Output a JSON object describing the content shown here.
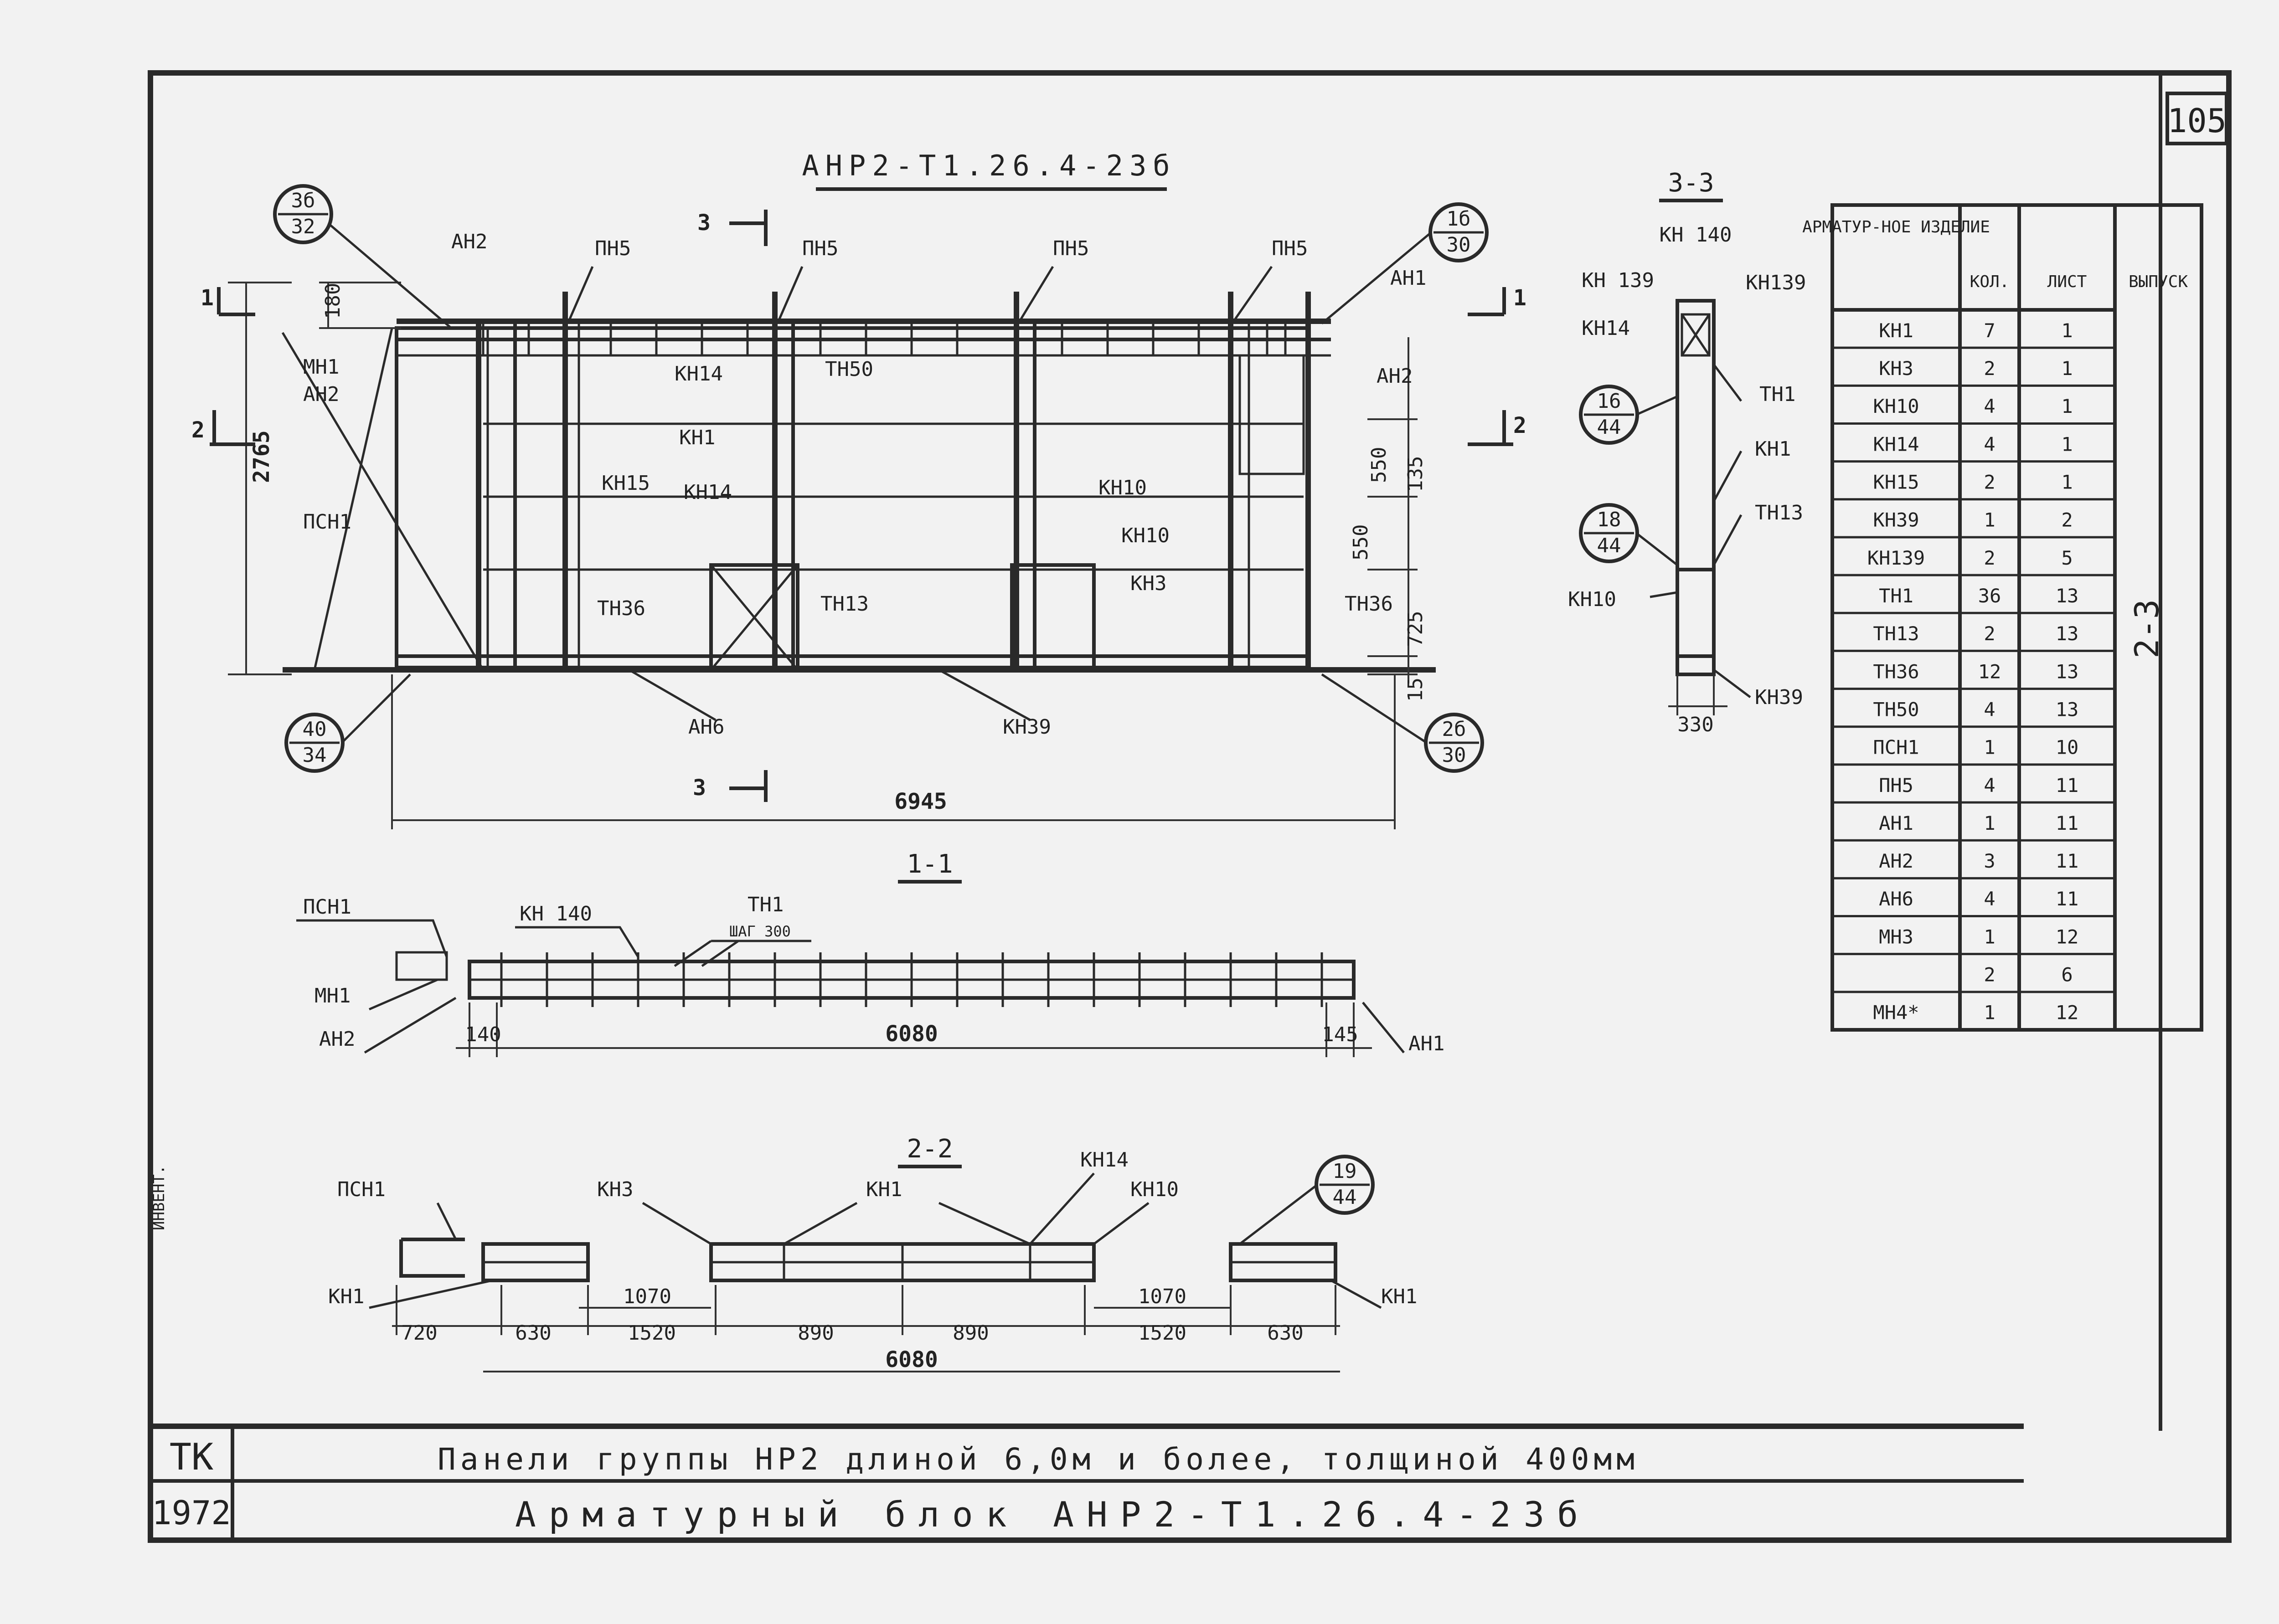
{
  "sheet": {
    "page_number": "105",
    "main_title": "АНР2-Т1.26.4-23б",
    "series_side": "2-3"
  },
  "elevation": {
    "section_marks": {
      "s1_left": "1",
      "s1_right": "1",
      "s2_left": "2",
      "s2_right": "2",
      "s3_top": "3",
      "s3_bottom": "3"
    },
    "dims": {
      "total_height": "2765",
      "top_offset": "180",
      "total_length": "6945",
      "right_135": "135",
      "right_550a": "550",
      "right_550b": "550",
      "right_725": "725",
      "right_15": "15"
    },
    "callouts": [
      {
        "top": "3б",
        "bottom": "32"
      },
      {
        "top": "1б",
        "bottom": "30"
      },
      {
        "top": "40",
        "bottom": "34"
      },
      {
        "top": "2б",
        "bottom": "30"
      }
    ],
    "labels": {
      "an2_top": "АН2",
      "pn5_1": "ПН5",
      "pn5_2": "ПН5",
      "pn5_3": "ПН5",
      "pn5_4": "ПН5",
      "an1": "АН1",
      "mn1": "МН1",
      "an2_left": "АН2",
      "psn1": "ПСН1",
      "kn14_a": "КН14",
      "tn50": "ТН50",
      "kn1": "КН1",
      "kn15": "КН15",
      "kn14_b": "КН14",
      "kn10_a": "КН10",
      "kn10_b": "КН10",
      "kn3": "КН3",
      "tn36_a": "ТН36",
      "tn13": "ТН13",
      "an6": "АН6",
      "kn39": "КН39",
      "an2_right": "АН2",
      "tn36_b": "ТН36"
    }
  },
  "section_3_3": {
    "title": "3-3",
    "kn140": "КН 140",
    "kn139_l": "КН 139",
    "kn139_r": "КН139",
    "kn14": "КН14",
    "tn1": "ТН1",
    "kn1": "КН1",
    "tn13": "ТН13",
    "kn10": "КН10",
    "kn39": "КН39",
    "width": "330",
    "callouts": [
      {
        "top": "16",
        "bottom": "44"
      },
      {
        "top": "18",
        "bottom": "44"
      }
    ]
  },
  "section_1_1": {
    "title": "1-1",
    "psn1": "ПСН1",
    "kn140": "КН 140",
    "tn1": "ТН1",
    "step": "ШАГ 300",
    "mn1": "МН1",
    "an2": "АН2",
    "an1": "АН1",
    "dim_left": "140",
    "dim_mid": "6080",
    "dim_right": "145"
  },
  "section_2_2": {
    "title": "2-2",
    "psn1": "ПСН1",
    "kn3": "КН3",
    "kn1": "КН1",
    "kn14": "КН14",
    "kn10": "КН10",
    "kn1_left": "КН1",
    "kn1_right": "КН1",
    "callout": {
      "top": "19",
      "bottom": "44"
    },
    "dims": {
      "d720": "720",
      "d630a": "630",
      "d1070a": "1070",
      "d1520a": "1520",
      "d890a": "890",
      "d890b": "890",
      "d1070b": "1070",
      "d1520b": "1520",
      "d630b": "630",
      "total": "6080"
    }
  },
  "spec_table": {
    "headers": [
      "АРМАТУР-НОЕ ИЗДЕЛИЕ",
      "КОЛ.",
      "ЛИСТ",
      "ВЫПУСК"
    ],
    "rows": [
      [
        "КН1",
        "7",
        "1"
      ],
      [
        "КН3",
        "2",
        "1"
      ],
      [
        "КН10",
        "4",
        "1"
      ],
      [
        "КН14",
        "4",
        "1"
      ],
      [
        "КН15",
        "2",
        "1"
      ],
      [
        "КН39",
        "1",
        "2"
      ],
      [
        "КН139",
        "2",
        "5"
      ],
      [
        "ТН1",
        "36",
        "13"
      ],
      [
        "ТН13",
        "2",
        "13"
      ],
      [
        "ТН36",
        "12",
        "13"
      ],
      [
        "ТН50",
        "4",
        "13"
      ],
      [
        "ПСН1",
        "1",
        "10"
      ],
      [
        "ПН5",
        "4",
        "11"
      ],
      [
        "АН1",
        "1",
        "11"
      ],
      [
        "АН2",
        "3",
        "11"
      ],
      [
        "АН6",
        "4",
        "11"
      ],
      [
        "МН3",
        "1",
        "12"
      ],
      [
        "",
        "2",
        "6"
      ],
      [
        "МН4*",
        "1",
        "12"
      ]
    ],
    "release": "2-3"
  },
  "title_block": {
    "code_top": "ТК",
    "code_bottom": "1972",
    "line1": "Панели группы НР2 длиной 6,0м и более, толщиной 400мм",
    "line2": "Арматурный блок АНР2-Т1.26.4-23б"
  },
  "margin_note": "ИНВЕНТ."
}
